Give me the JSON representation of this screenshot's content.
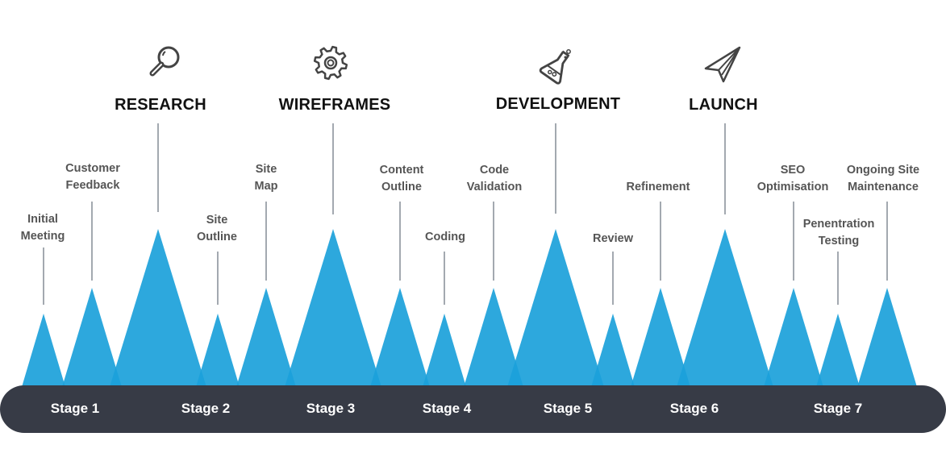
{
  "colors": {
    "peak": "#1ba1da",
    "peak_overlap": "#0899d6",
    "bar": "#373b46",
    "connector": "#a3a9b0",
    "title": "#111111",
    "label": "#555555",
    "stage_text": "#ffffff",
    "icon": "#444444"
  },
  "phases": [
    {
      "title": "RESEARCH",
      "icon": "magnifier-icon"
    },
    {
      "title": "WIREFRAMES",
      "icon": "gear-icon"
    },
    {
      "title": "DEVELOPMENT",
      "icon": "flask-icon"
    },
    {
      "title": "LAUNCH",
      "icon": "paper-plane-icon"
    }
  ],
  "steps": [
    {
      "label": "Initial\nMeeting",
      "size": "small"
    },
    {
      "label": "Customer\nFeedback",
      "size": "medium"
    },
    {
      "label": "Site\nOutline",
      "size": "small"
    },
    {
      "label": "Site\nMap",
      "size": "medium"
    },
    {
      "label": "Content\nOutline",
      "size": "medium"
    },
    {
      "label": "Coding",
      "size": "small"
    },
    {
      "label": "Code\nValidation",
      "size": "medium"
    },
    {
      "label": "Review",
      "size": "small"
    },
    {
      "label": "Refinement",
      "size": "medium"
    },
    {
      "label": "SEO\nOptimisation",
      "size": "medium"
    },
    {
      "label": "Penentration\nTesting",
      "size": "small"
    },
    {
      "label": "Ongoing Site\nMaintenance",
      "size": "medium"
    }
  ],
  "stages": [
    "Stage 1",
    "Stage 2",
    "Stage 3",
    "Stage 4",
    "Stage 5",
    "Stage 6",
    "Stage 7"
  ]
}
